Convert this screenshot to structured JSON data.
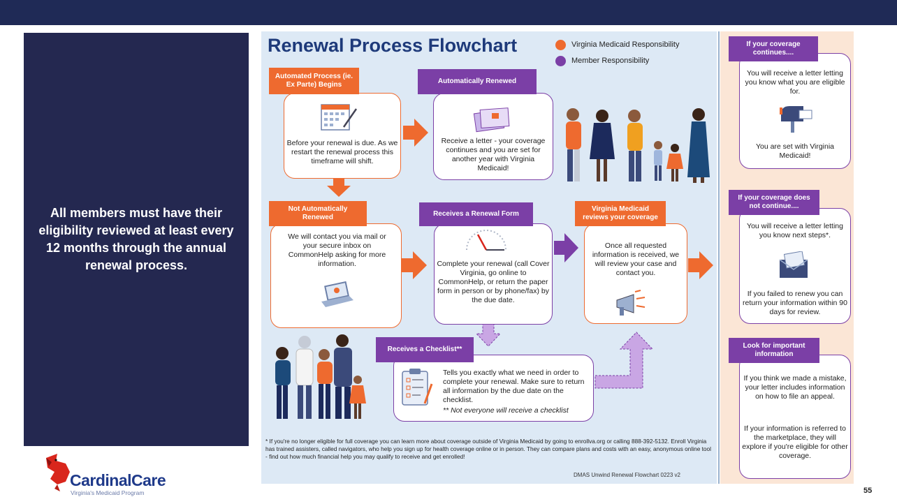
{
  "slide": {
    "left_text": "All members must have their eligibility reviewed at least every 12 months through the annual renewal process.",
    "page_number": "55",
    "logo": {
      "name": "CardinalCare",
      "tagline": "Virginia's Medicaid Program"
    }
  },
  "flowchart": {
    "title": "Renewal Process Flowchart",
    "legend": [
      {
        "label": "Virginia Medicaid Responsibility",
        "color": "#ee6a2f"
      },
      {
        "label": "Member Responsibility",
        "color": "#7b3fa6"
      }
    ],
    "steps": {
      "automated": {
        "tag": "Automated Process (ie. Ex Parte) Begins",
        "text": "Before your renewal is due. As we restart the renewal process this timeframe will shift."
      },
      "auto_renewed": {
        "tag": "Automatically Renewed",
        "text": "Receive a letter  - your coverage continues and you are set for another year with Virginia Medicaid!"
      },
      "not_auto": {
        "tag": "Not Automatically Renewed",
        "text": "We will contact you via mail or your secure inbox on CommonHelp asking for more information."
      },
      "renewal_form": {
        "tag": "Receives a Renewal Form",
        "text": "Complete your renewal (call Cover Virginia, go online to CommonHelp, or return the paper form in person or by phone/fax) by the due date."
      },
      "reviews": {
        "tag": "Virginia Medicaid reviews your coverage",
        "text": "Once all requested information is received, we will review your case and contact you."
      },
      "checklist": {
        "tag": "Receives a Checklist**",
        "text": "Tells you exactly what we need in order to complete your renewal. Make sure to return all information by the due date on the checklist.",
        "note": "** Not everyone will receive a checklist"
      }
    },
    "footnote": "* If you're no longer eligible for full coverage you can learn more about coverage outside of Virginia Medicaid by going to enrollva.org or calling 888-392-5132. Enroll Virginia has trained assisters, called navigators, who help you sign up for health coverage online or in person. They can compare plans and costs with an easy, anonymous online tool - find out how much financial help you may qualify to receive and get enrolled!",
    "credit": "DMAS Unwind Renewal Flowchart 0223 v2"
  },
  "sidebar": {
    "continues": {
      "tag": "If your coverage continues....",
      "text1": "You will receive a letter letting you know what you are eligible for.",
      "text2": "You are set with Virginia Medicaid!"
    },
    "not_continue": {
      "tag": "If your coverage does not continue....",
      "text1": "You will receive a letter letting you know next steps*.",
      "text2": "If you failed to renew you can return your information within 90 days for review."
    },
    "important": {
      "tag": "Look for important information",
      "text1": "If you think we made a mistake, your letter includes information on how to file an appeal.",
      "text2": "If your information is referred to the marketplace, they will explore if you're eligible for other coverage."
    }
  }
}
